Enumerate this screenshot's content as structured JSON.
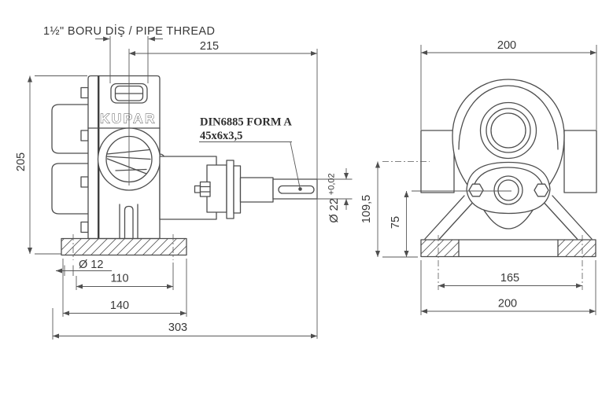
{
  "drawing": {
    "side_view": {
      "pipe_thread_label": "1½\" BORU DİŞ / PIPE THREAD",
      "brand": "KUPAR",
      "key_note_line1": "DIN6885 FORM A",
      "key_note_line2": "45x6x3,5",
      "dim_height": "205",
      "dim_center_to_shaft_end": "215",
      "dim_base_hole": "Ø 12",
      "dim_hole_pitch": "110",
      "dim_base_width": "140",
      "dim_overall_length": "303",
      "dim_shaft_dia": "Ø 22",
      "dim_shaft_tol": "+0,02"
    },
    "front_view": {
      "dim_width_over_ports": "200",
      "dim_port_center_height": "109,5",
      "dim_shaft_center_height": "75",
      "dim_foot_hole_pitch": "165",
      "dim_base_width": "200"
    },
    "colors": {
      "line": "#4d4d4d",
      "dimension": "#5a5a5a",
      "text": "#383838",
      "background": "#ffffff"
    }
  }
}
